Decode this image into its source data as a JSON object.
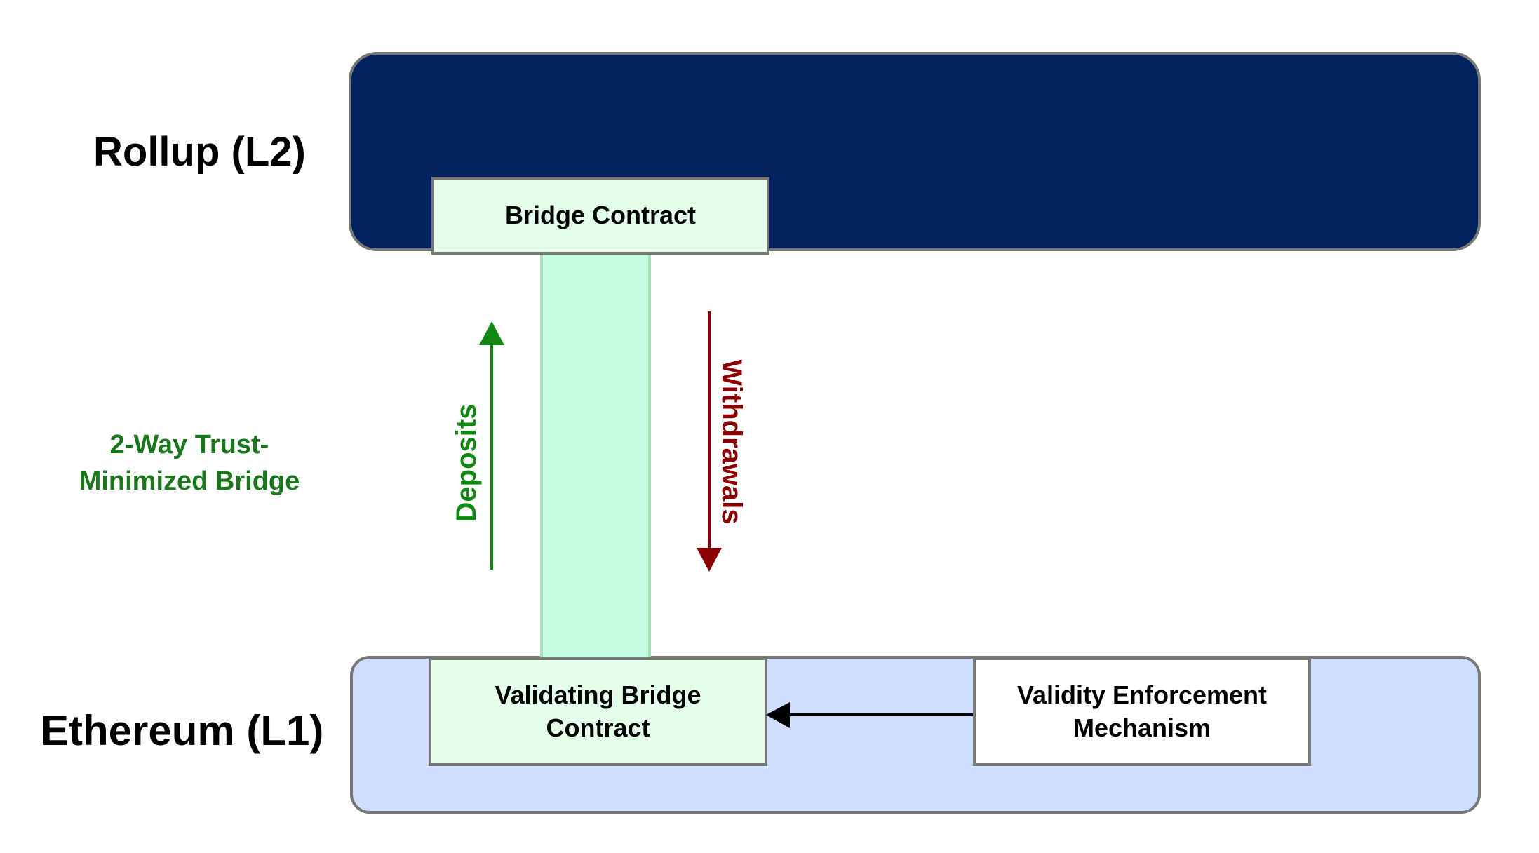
{
  "layers": {
    "l2": {
      "label": "Rollup (L2)",
      "fill": "#00215e",
      "border": "#777777"
    },
    "l1": {
      "label": "Ethereum (L1)",
      "fill": "#cfdefd",
      "border": "#777777"
    }
  },
  "bridge": {
    "title_line1": "2-Way Trust-",
    "title_line2": "Minimized Bridge",
    "title_color": "#1b771b",
    "column_fill": "#c4fde2",
    "column_border": "#a8e2b8"
  },
  "nodes": {
    "bridge_contract": {
      "label": "Bridge Contract",
      "fill": "#e4fde8"
    },
    "validating_bridge_contract": {
      "line1": "Validating Bridge",
      "line2": "Contract",
      "fill": "#e4fde8"
    },
    "validity_enforcement_mechanism": {
      "line1": "Validity Enforcement",
      "line2": "Mechanism",
      "fill": "#ffffff"
    }
  },
  "flows": {
    "deposits": {
      "label": "Deposits",
      "direction": "up",
      "color": "#118811"
    },
    "withdrawals": {
      "label": "Withdrawals",
      "direction": "down",
      "color": "#8b0000"
    },
    "enforcement": {
      "from": "validity_enforcement_mechanism",
      "to": "validating_bridge_contract",
      "color": "#000000"
    }
  }
}
